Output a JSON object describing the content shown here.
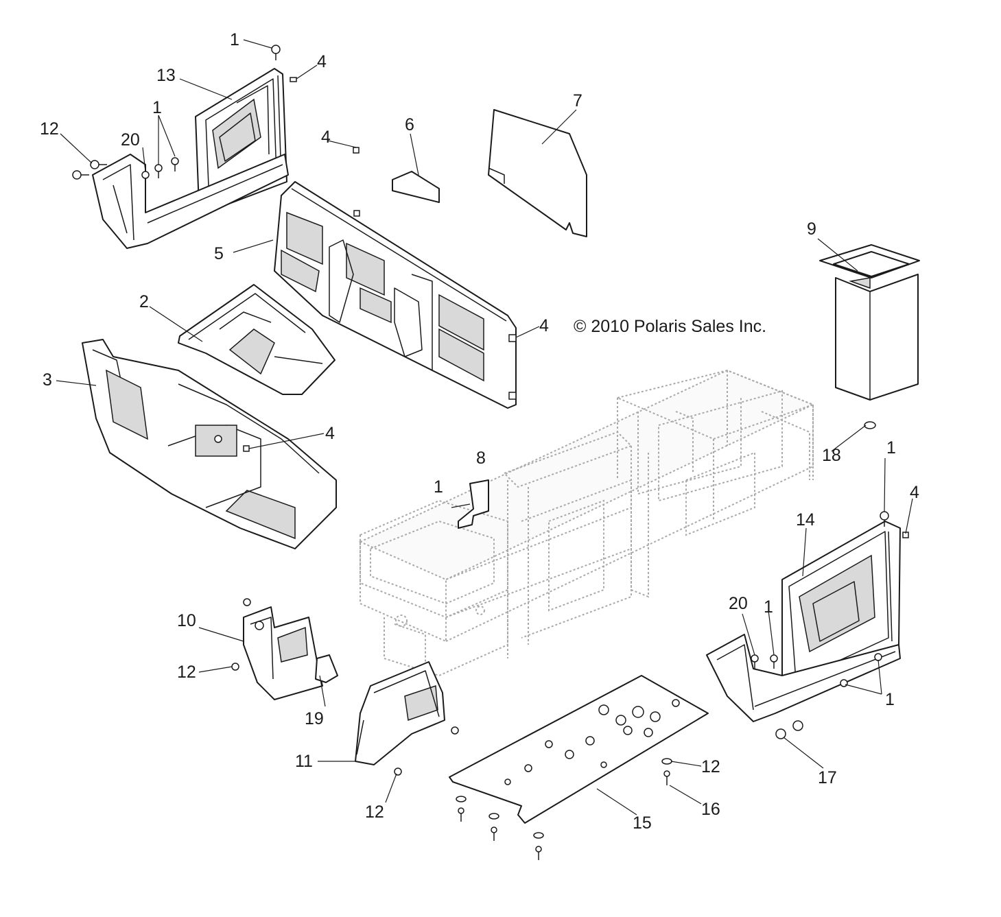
{
  "diagram": {
    "copyright": "© 2010 Polaris Sales Inc.",
    "labels": [
      {
        "id": "c1",
        "text": "1"
      },
      {
        "id": "c4",
        "text": "4"
      },
      {
        "id": "c13",
        "text": "13"
      },
      {
        "id": "c12",
        "text": "12"
      },
      {
        "id": "c20",
        "text": "20"
      },
      {
        "id": "c1b",
        "text": "1"
      },
      {
        "id": "c4b",
        "text": "4"
      },
      {
        "id": "c6",
        "text": "6"
      },
      {
        "id": "c7",
        "text": "7"
      },
      {
        "id": "c5",
        "text": "5"
      },
      {
        "id": "c9",
        "text": "9"
      },
      {
        "id": "c2",
        "text": "2"
      },
      {
        "id": "c4c",
        "text": "4"
      },
      {
        "id": "c3",
        "text": "3"
      },
      {
        "id": "c4d",
        "text": "4"
      },
      {
        "id": "c18",
        "text": "18"
      },
      {
        "id": "c1c",
        "text": "1"
      },
      {
        "id": "c8",
        "text": "8"
      },
      {
        "id": "c1d",
        "text": "1"
      },
      {
        "id": "c4e",
        "text": "4"
      },
      {
        "id": "c14",
        "text": "14"
      },
      {
        "id": "c20b",
        "text": "20"
      },
      {
        "id": "c1e",
        "text": "1"
      },
      {
        "id": "c10",
        "text": "10"
      },
      {
        "id": "c12b",
        "text": "12"
      },
      {
        "id": "c1f",
        "text": "1"
      },
      {
        "id": "c19",
        "text": "19"
      },
      {
        "id": "c11",
        "text": "11"
      },
      {
        "id": "c12c",
        "text": "12"
      },
      {
        "id": "c17",
        "text": "17"
      },
      {
        "id": "c12d",
        "text": "12"
      },
      {
        "id": "c15",
        "text": "15"
      },
      {
        "id": "c16",
        "text": "16"
      }
    ]
  }
}
